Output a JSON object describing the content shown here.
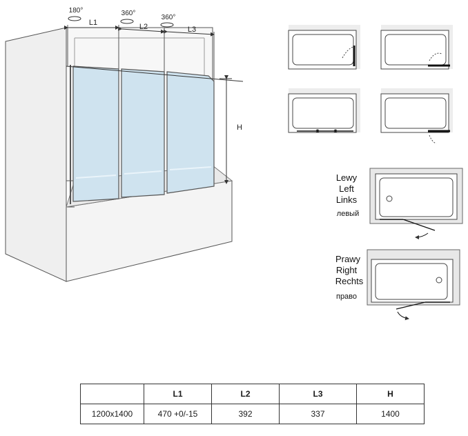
{
  "diagram": {
    "rotations": [
      "180°",
      "360°",
      "360°"
    ],
    "dims": [
      "L1",
      "L2",
      "L3"
    ],
    "height_label": "H"
  },
  "left_variant": [
    "Lewy",
    "Left",
    "Links",
    "левый"
  ],
  "right_variant": [
    "Prawy",
    "Right",
    "Rechts",
    "право"
  ],
  "table": {
    "header": [
      "",
      "L1",
      "L2",
      "L3",
      "H"
    ],
    "row": [
      "1200x1400",
      "470 +0/-15",
      "392",
      "337",
      "1400"
    ]
  },
  "colors": {
    "glass": "#cfe3ef",
    "wall": "#ececec",
    "line": "#333333"
  }
}
